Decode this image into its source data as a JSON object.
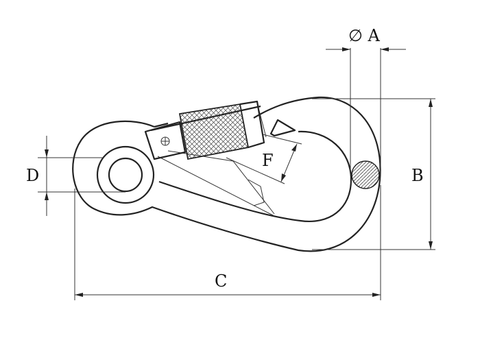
{
  "dimensions": {
    "diameter_a": "∅ A",
    "b": "B",
    "c": "C",
    "d": "D",
    "f": "F"
  },
  "colors": {
    "line": "#222222",
    "background": "#ffffff"
  }
}
